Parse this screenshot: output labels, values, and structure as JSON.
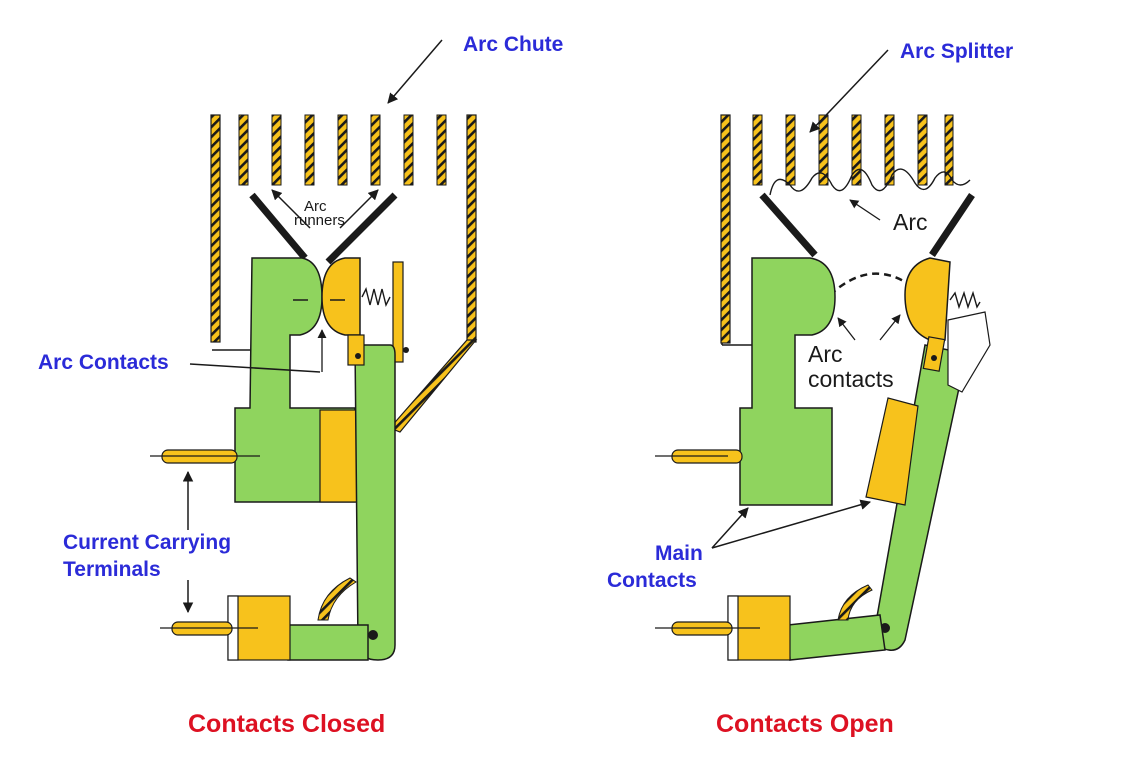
{
  "colors": {
    "label_blue": "#2b2bd8",
    "caption_red": "#dd1122",
    "contact_green": "#8fd45e",
    "contact_yellow": "#f7c21c",
    "outline": "#1a1a1a"
  },
  "labels": {
    "arc_chute": "Arc Chute",
    "arc_splitter": "Arc Splitter",
    "arc_contacts": "Arc Contacts",
    "current_carrying_line1": "Current Carrying",
    "current_carrying_line2": "Terminals",
    "main_line1": "Main",
    "main_line2": "Contacts",
    "arc_runners_line1": "Arc",
    "arc_runners_line2": "runners",
    "arc": "Arc",
    "arc_contacts_inner_line1": "Arc",
    "arc_contacts_inner_line2": "contacts"
  },
  "captions": {
    "closed": "Contacts Closed",
    "open": "Contacts Open"
  },
  "icons": [
    "arrow-icon",
    "spring-icon",
    "pivot-icon"
  ]
}
